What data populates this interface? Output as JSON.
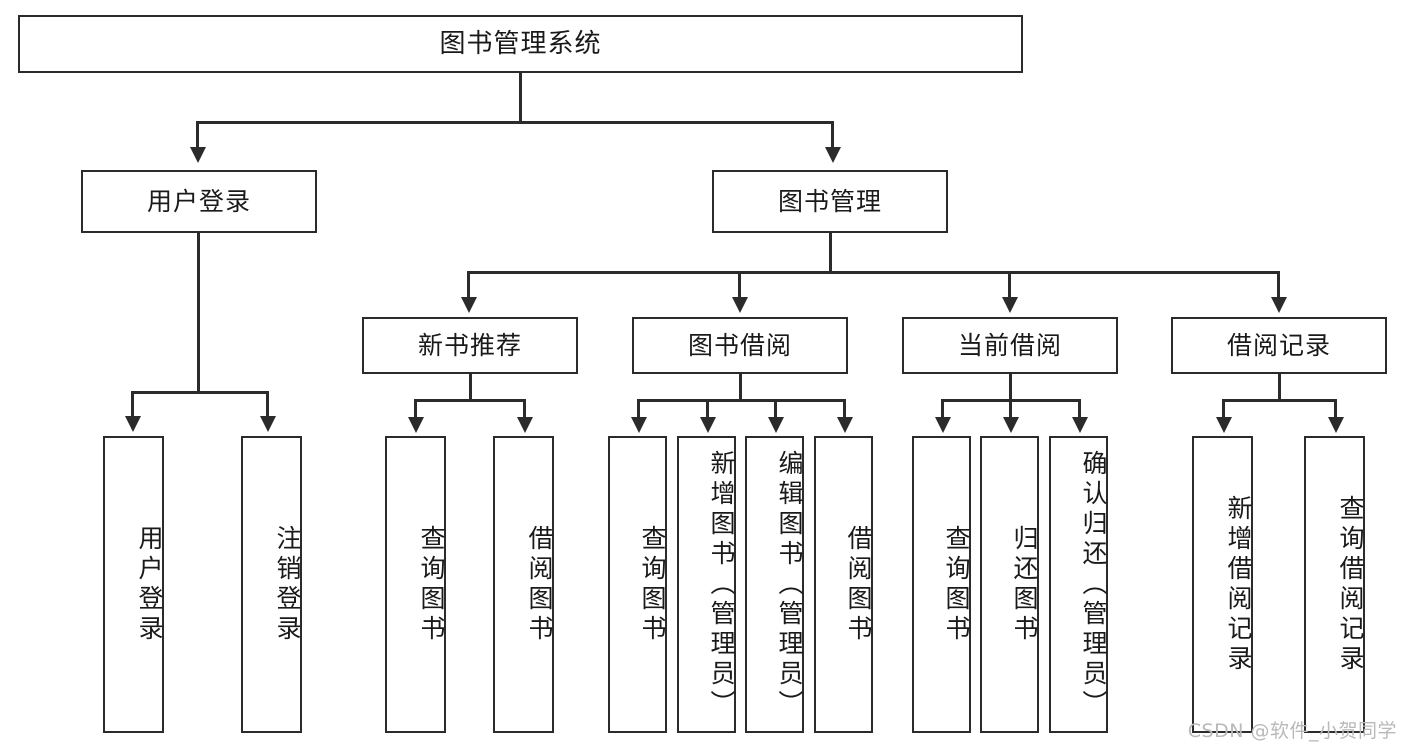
{
  "diagram": {
    "title": "图书管理系统",
    "type": "tree-hierarchy-diagram",
    "root": {
      "label": "图书管理系统"
    },
    "level2": [
      {
        "label": "用户登录"
      },
      {
        "label": "图书管理"
      }
    ],
    "level3": [
      {
        "label": "新书推荐"
      },
      {
        "label": "图书借阅"
      },
      {
        "label": "当前借阅"
      },
      {
        "label": "借阅记录"
      }
    ],
    "leaves": {
      "user_login": [
        {
          "label": "用户登录"
        },
        {
          "label": "注销登录"
        }
      ],
      "new_book_recommend": [
        {
          "label": "查询图书"
        },
        {
          "label": "借阅图书"
        }
      ],
      "book_borrow": [
        {
          "label": "查询图书"
        },
        {
          "label": "新增图书（管理员）"
        },
        {
          "label": "编辑图书（管理员）"
        },
        {
          "label": "借阅图书"
        }
      ],
      "current_borrow": [
        {
          "label": "查询图书"
        },
        {
          "label": "归还图书"
        },
        {
          "label": "确认归还（管理员）"
        }
      ],
      "borrow_record": [
        {
          "label": "新增借阅记录"
        },
        {
          "label": "查询借阅记录"
        }
      ]
    },
    "watermark": "CSDN @软件_小贺同学",
    "colors": {
      "stroke": "#2b2b2b",
      "fill": "#ffffff",
      "text": "#1a1a1a",
      "watermark": "#b9b9b9"
    }
  }
}
